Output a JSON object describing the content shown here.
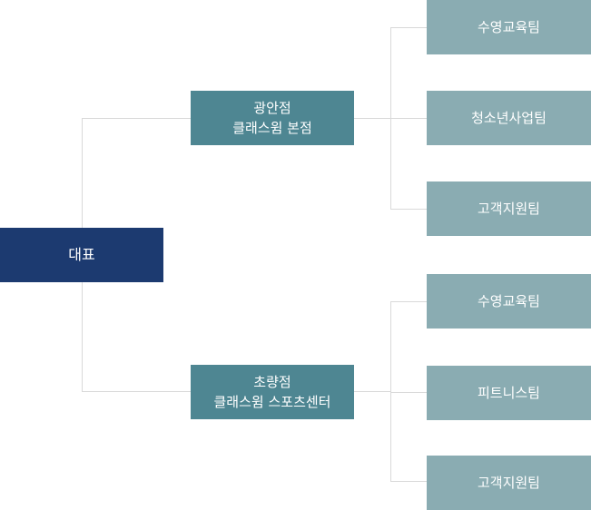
{
  "ceo": {
    "label": "대표"
  },
  "branches": [
    {
      "line1": "광안점",
      "line2": "클래스윔 본점",
      "teams": [
        "수영교육팀",
        "청소년사업팀",
        "고객지원팀"
      ]
    },
    {
      "line1": "초량점",
      "line2": "클래스윔 스포츠센터",
      "teams": [
        "수영교육팀",
        "피트니스팀",
        "고객지원팀"
      ]
    }
  ],
  "colors": {
    "ceo": "#1c3a70",
    "branch": "#4e8692",
    "team": "#8aacb2",
    "connector": "#d9d9d9"
  }
}
